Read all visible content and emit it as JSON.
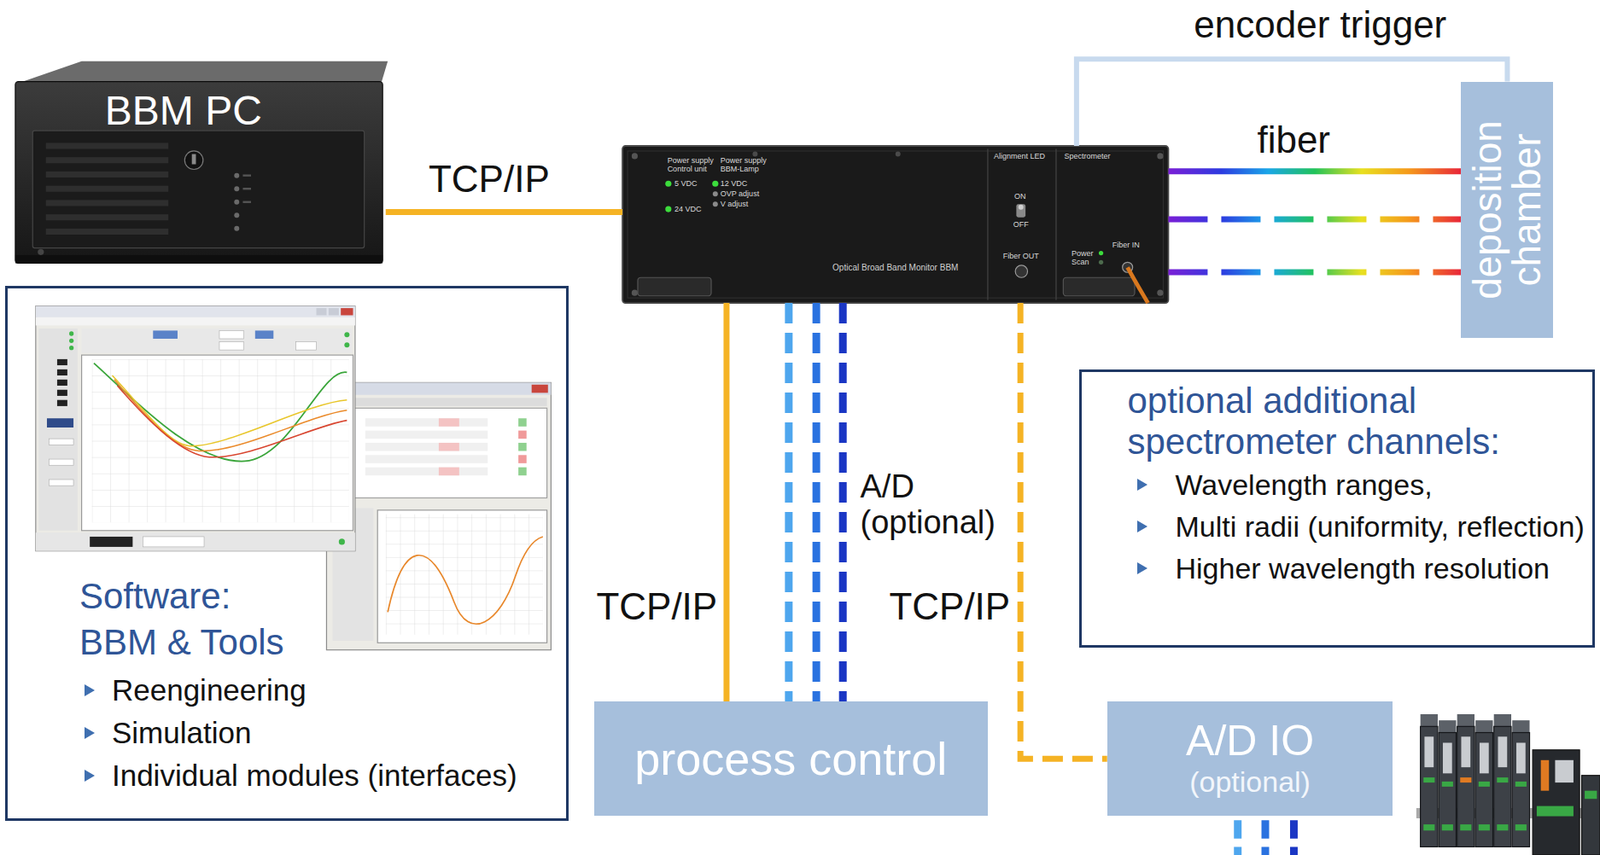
{
  "diagram": {
    "nodes": [
      {
        "text": [
          "BBM PC"
        ]
      },
      {
        "text": [
          "Optical Broad Band Monitor BBM"
        ]
      },
      {
        "text": [
          "deposition chamber"
        ]
      },
      {
        "text": [
          "Software: BBM & Tools",
          "Reengineering",
          "Simulation",
          "Individual modules (interfaces)"
        ]
      },
      {
        "text": [
          "optional additional spectrometer channels:",
          "Wavelength ranges,",
          "Multi radii (uniformity, reflection)",
          "Higher wavelength resolution"
        ]
      },
      {
        "text": [
          "process control"
        ]
      },
      {
        "text": [
          "A/D IO",
          "(optional)"
        ]
      }
    ],
    "edges": [
      {
        "from": 0,
        "to": 1,
        "label": "TCP/IP",
        "arrow": "none"
      },
      {
        "from": 1,
        "to": 2,
        "label": "encoder trigger",
        "arrow": "none"
      },
      {
        "from": 1,
        "to": 2,
        "label": "fiber",
        "arrow": "none"
      },
      {
        "from": 1,
        "to": 2,
        "arrow": "none"
      },
      {
        "from": 1,
        "to": 2,
        "arrow": "none"
      },
      {
        "from": 1,
        "to": 5,
        "label": "TCP/IP",
        "arrow": "none"
      },
      {
        "from": 1,
        "to": 5,
        "arrow": "none"
      },
      {
        "from": 1,
        "to": 5,
        "arrow": "none"
      },
      {
        "from": 1,
        "to": 5,
        "label": "A/D (optional)",
        "arrow": "none"
      },
      {
        "from": 1,
        "to": 6,
        "label": "TCP/IP",
        "arrow": "none"
      }
    ],
    "labels": [
      "Power supply Control unit",
      "5 VDC",
      "24 VDC",
      "Power supply BBM-Lamp",
      "12 VDC",
      "OVP adjust",
      "V adjust",
      "Alignment LED",
      "ON",
      "OFF",
      "Fiber OUT",
      "Spectrometer",
      "Power",
      "Scan",
      "Fiber IN"
    ]
  }
}
